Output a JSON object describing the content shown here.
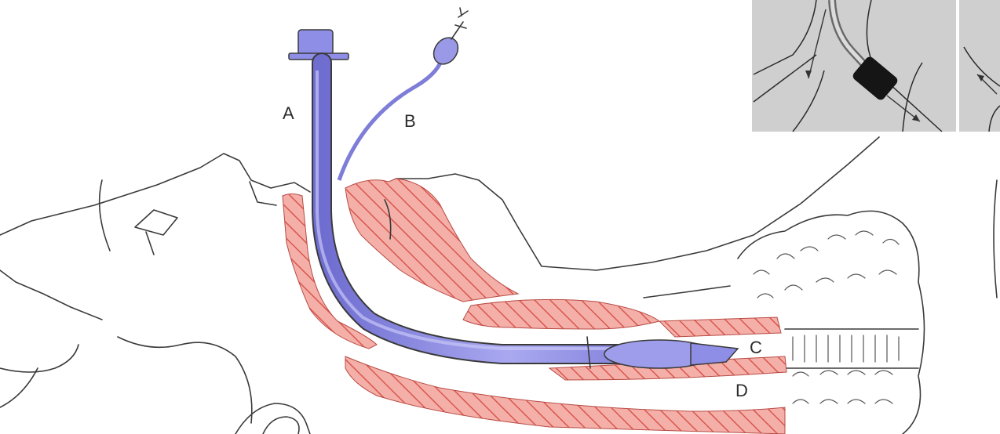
{
  "labels": {
    "a": "A",
    "b": "B",
    "c": "C",
    "d": "D"
  },
  "colors": {
    "tube": "#8f8ee6",
    "tube_dark": "#5a59b8",
    "tissue": "#f2a79e",
    "tissue_hatch": "#d9564f",
    "outline": "#3a3a3a",
    "inset_bg": "#cfcfcf"
  },
  "icons": {
    "tube": "endotracheal-tube",
    "pilot_balloon": "pilot-balloon-with-valve",
    "cuff": "inflated-cuff"
  }
}
